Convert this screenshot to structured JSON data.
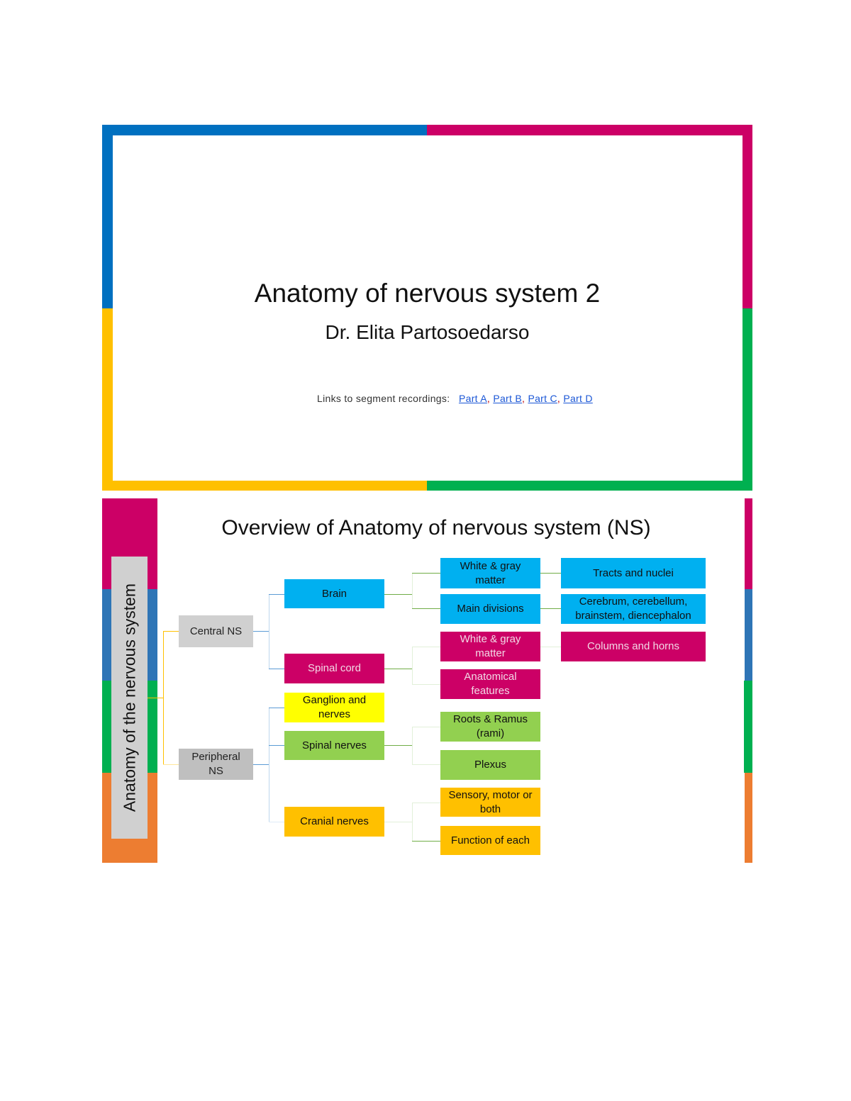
{
  "slide1": {
    "title": "Anatomy of nervous system 2",
    "author": "Dr. Elita Partosoedarso",
    "links_label": "Links to segment recordings:",
    "links": [
      "Part A",
      "Part B",
      "Part C",
      "Part D"
    ],
    "frame_colors": {
      "blue": "#0070C0",
      "magenta": "#CC0066",
      "yellow": "#FFC000",
      "green": "#00B050"
    }
  },
  "slide2": {
    "title": "Overview of Anatomy of nervous system (NS)",
    "root": "Anatomy of the nervous system",
    "side_bar_colors": [
      "#CC0066",
      "#2E75B6",
      "#00B050",
      "#ED7D31"
    ],
    "level1": {
      "central": "Central NS",
      "peripheral": "Peripheral NS"
    },
    "level2": {
      "brain": "Brain",
      "spinal_cord": "Spinal cord",
      "ganglion": "Ganglion and nerves",
      "spinal_nerves": "Spinal nerves",
      "cranial_nerves": "Cranial nerves"
    },
    "level3": {
      "brain_wg": "White & gray matter",
      "brain_divisions": "Main divisions",
      "cord_wg": "White & gray matter",
      "cord_features": "Anatomical features",
      "roots": "Roots & Ramus (rami)",
      "plexus": "Plexus",
      "sensory": "Sensory, motor or both",
      "function": "Function of each"
    },
    "level4": {
      "tracts": "Tracts and nuclei",
      "cerebrum": "Cerebrum, cerebellum, brainstem, diencephalon",
      "columns": "Columns and horns"
    }
  }
}
